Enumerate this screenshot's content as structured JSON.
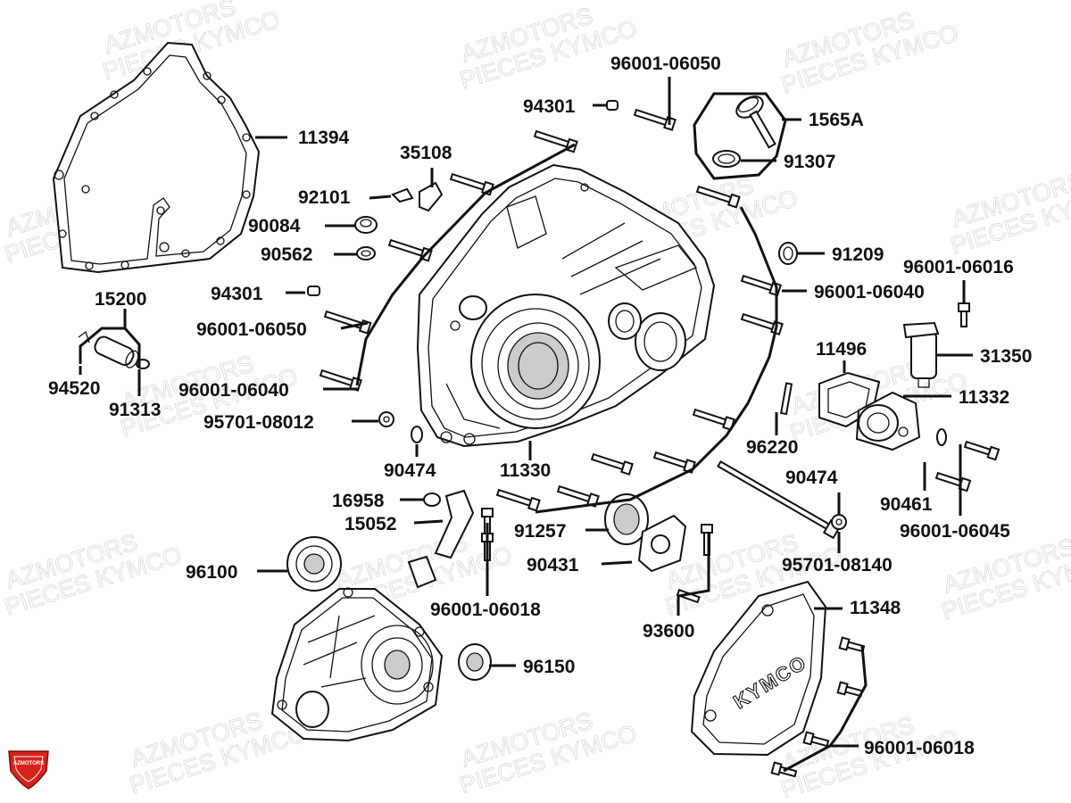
{
  "watermark": {
    "line1": "AZMOTORS",
    "line2": "PIECES KYMCO"
  },
  "logo": {
    "text": "AZMOTORS"
  },
  "cover_emboss": "KYMCO",
  "labels": {
    "p11394": "11394",
    "p35108": "35108",
    "p92101": "92101",
    "p90084": "90084",
    "p90562": "90562",
    "p94301_top": "94301",
    "p96001_06050_top": "96001-06050",
    "p1565A": "1565A",
    "p91307": "91307",
    "p91209": "91209",
    "p96001_06016": "96001-06016",
    "p96001_06040_right": "96001-06040",
    "p31350": "31350",
    "p11496": "11496",
    "p11332": "11332",
    "p15200": "15200",
    "p94301_left": "94301",
    "p96001_06050_left": "96001-06050",
    "p94520": "94520",
    "p91313": "91313",
    "p96001_06040_left": "96001-06040",
    "p95701_08012": "95701-08012",
    "p90474_left": "90474",
    "p11330": "11330",
    "p96220": "96220",
    "p90474_right": "90474",
    "p90461": "90461",
    "p96001_06045": "96001-06045",
    "p16958": "16958",
    "p15052": "15052",
    "p91257": "91257",
    "p96100": "96100",
    "p90431": "90431",
    "p95701_08140": "95701-08140",
    "p96001_06018_mid": "96001-06018",
    "p93600": "93600",
    "p11348": "11348",
    "p96150": "96150",
    "p96001_06018_bottom": "96001-06018"
  }
}
